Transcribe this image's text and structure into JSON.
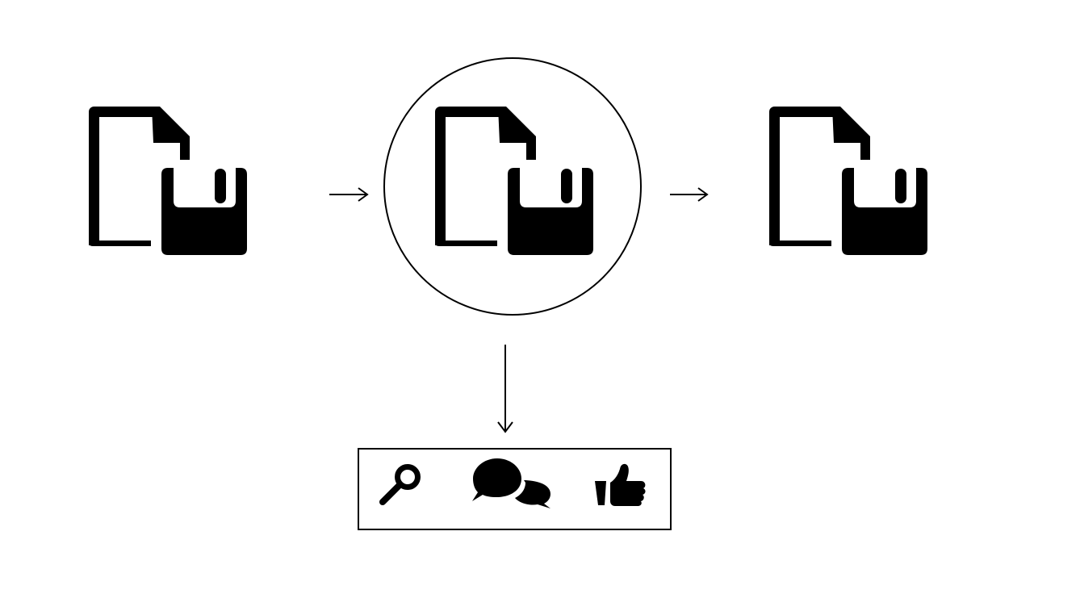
{
  "diagram": {
    "stages": [
      {
        "icon": "file-save-icon",
        "role": "input"
      },
      {
        "icon": "file-save-icon",
        "role": "processing",
        "highlighted": true
      },
      {
        "icon": "file-save-icon",
        "role": "output"
      }
    ],
    "actions": [
      {
        "icon": "search-icon"
      },
      {
        "icon": "chat-bubbles-icon"
      },
      {
        "icon": "thumbs-up-icon"
      }
    ],
    "colors": {
      "ink": "#000000",
      "background": "#ffffff"
    }
  }
}
